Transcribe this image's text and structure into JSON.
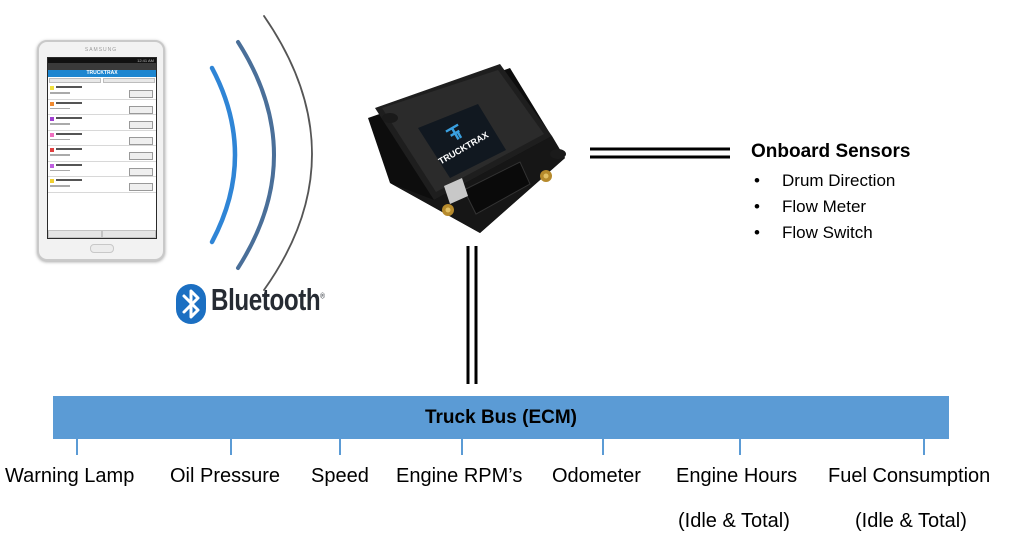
{
  "tablet": {
    "brand": "SAMSUNG",
    "app_name": "TRUCKTRAX",
    "status_time": "12:41 AM",
    "task_swatches": [
      "#f0e040",
      "#f08a30",
      "#a040d0",
      "#f070c0",
      "#e04040",
      "#c060e0",
      "#f0d030"
    ]
  },
  "bluetooth": {
    "word": "Bluetooth",
    "trademark": "®",
    "logo_color": "#1b6fc2",
    "wave_colors": [
      "#2f85d6",
      "#4a6f99",
      "#555555"
    ]
  },
  "device": {
    "brand": "TRUCKTRAX"
  },
  "sensors": {
    "title": "Onboard Sensors",
    "bullet": "•",
    "items": [
      "Drum Direction",
      "Flow Meter",
      "Flow Switch"
    ]
  },
  "bus": {
    "label": "Truck Bus (ECM)",
    "color": "#5b9bd5",
    "items": [
      {
        "label": "Warning Lamp",
        "sub": ""
      },
      {
        "label": "Oil Pressure",
        "sub": ""
      },
      {
        "label": "Speed",
        "sub": ""
      },
      {
        "label": "Engine RPM’s",
        "sub": ""
      },
      {
        "label": "Odometer",
        "sub": ""
      },
      {
        "label": "Engine Hours",
        "sub": "(Idle & Total)"
      },
      {
        "label": "Fuel Consumption",
        "sub": "(Idle & Total)"
      }
    ]
  }
}
